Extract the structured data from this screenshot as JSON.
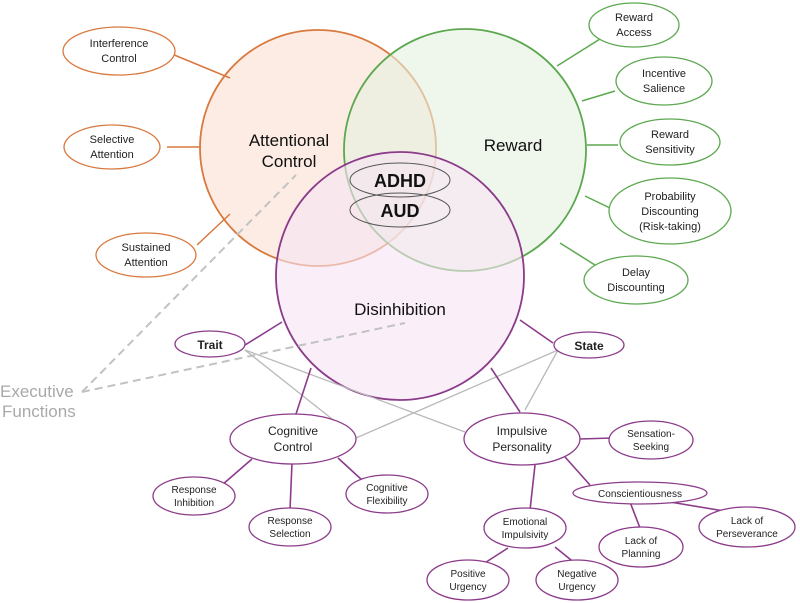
{
  "circles": {
    "attentional_control": {
      "line1": "Attentional",
      "line2": "Control",
      "color": "#d9793f",
      "fill": "#fbe5d9"
    },
    "reward": {
      "label": "Reward",
      "color": "#5ca84f",
      "fill": "#e4f1e0"
    },
    "disinhibition": {
      "label": "Disinhibition",
      "color": "#8b3b8a",
      "fill": "#f6e4f5"
    }
  },
  "center": {
    "adhd": "ADHD",
    "aud": "AUD"
  },
  "attention_nodes": [
    {
      "line1": "Interference",
      "line2": "Control"
    },
    {
      "line1": "Selective",
      "line2": "Attention"
    },
    {
      "line1": "Sustained",
      "line2": "Attention"
    }
  ],
  "reward_nodes": [
    {
      "line1": "Reward",
      "line2": "Access"
    },
    {
      "line1": "Incentive",
      "line2": "Salience"
    },
    {
      "line1": "Reward",
      "line2": "Sensitivity"
    },
    {
      "line1": "Probability",
      "line2": "Discounting",
      "line3": "(Risk-taking)"
    },
    {
      "line1": "Delay",
      "line2": "Discounting"
    }
  ],
  "disinhibition_nodes": {
    "trait": "Trait",
    "state": "State",
    "cognitive_control": {
      "line1": "Cognitive",
      "line2": "Control"
    },
    "impulsive_personality": {
      "line1": "Impulsive",
      "line2": "Personality"
    },
    "response_inhibition": {
      "line1": "Response",
      "line2": "Inhibition"
    },
    "response_selection": {
      "line1": "Response",
      "line2": "Selection"
    },
    "cognitive_flexibility": {
      "line1": "Cognitive",
      "line2": "Flexibility"
    },
    "sensation_seeking": {
      "line1": "Sensation-",
      "line2": "Seeking"
    },
    "conscientiousness": "Conscientiousness",
    "emotional_impulsivity": {
      "line1": "Emotional",
      "line2": "Impulsivity"
    },
    "lack_of_planning": {
      "line1": "Lack of",
      "line2": "Planning"
    },
    "lack_of_perseverance": {
      "line1": "Lack of",
      "line2": "Perseverance"
    },
    "positive_urgency": {
      "line1": "Positive",
      "line2": "Urgency"
    },
    "negative_urgency": {
      "line1": "Negative",
      "line2": "Urgency"
    }
  },
  "executive_functions": {
    "line1": "Executive",
    "line2": "Functions"
  }
}
